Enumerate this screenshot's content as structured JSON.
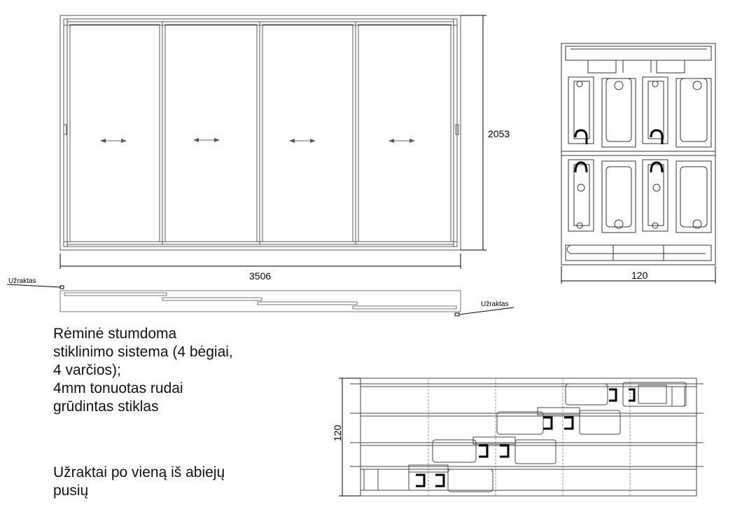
{
  "front_view": {
    "height_dimension": "2053",
    "width_dimension": "3506"
  },
  "top_view": {
    "lock_left": "Užraktas",
    "lock_right": "Užraktas"
  },
  "cross_section_vertical": {
    "width_dimension": "120"
  },
  "cross_section_horizontal": {
    "height_dimension": "120"
  },
  "description": {
    "lines": [
      "Rėminė stumdoma",
      "stiklinimo sistema (4 bėgiai,",
      "4 varčios);",
      "4mm tonuotas rudai",
      "grūdintas stiklas"
    ],
    "note_lines": [
      "Užraktai po vieną iš abiejų",
      "pusių"
    ]
  }
}
